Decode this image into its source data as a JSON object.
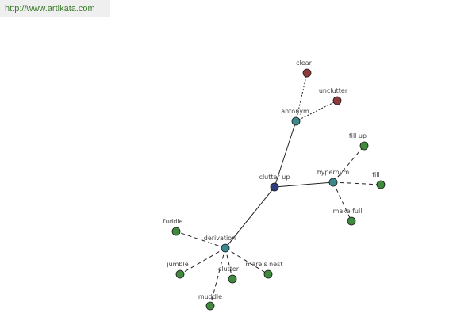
{
  "banner": {
    "url_text": "http://www.artikata.com"
  },
  "graph": {
    "colors": {
      "center": "#2e3d7e",
      "relation": "#3d8a8e",
      "antonym_leaf": "#8e3a3a",
      "leaf": "#3f8a3c",
      "edge": "#222222"
    },
    "center": {
      "id": "clutter-up",
      "label": "clutter up"
    },
    "relations": [
      {
        "id": "antonym",
        "label": "antonym"
      },
      {
        "id": "hypernym",
        "label": "hypernym"
      },
      {
        "id": "derivation",
        "label": "derivation"
      }
    ],
    "leaves": [
      {
        "id": "clear",
        "label": "clear",
        "relation": "antonym"
      },
      {
        "id": "unclutter",
        "label": "unclutter",
        "relation": "antonym"
      },
      {
        "id": "fill-up",
        "label": "fill up",
        "relation": "hypernym"
      },
      {
        "id": "fill",
        "label": "fill",
        "relation": "hypernym"
      },
      {
        "id": "make-full",
        "label": "make full",
        "relation": "hypernym"
      },
      {
        "id": "fuddle",
        "label": "fuddle",
        "relation": "derivation"
      },
      {
        "id": "jumble",
        "label": "jumble",
        "relation": "derivation"
      },
      {
        "id": "clutter",
        "label": "clutter",
        "relation": "derivation"
      },
      {
        "id": "mares-nest",
        "label": "mare's nest",
        "relation": "derivation"
      },
      {
        "id": "muddle",
        "label": "muddle",
        "relation": "derivation"
      }
    ]
  }
}
